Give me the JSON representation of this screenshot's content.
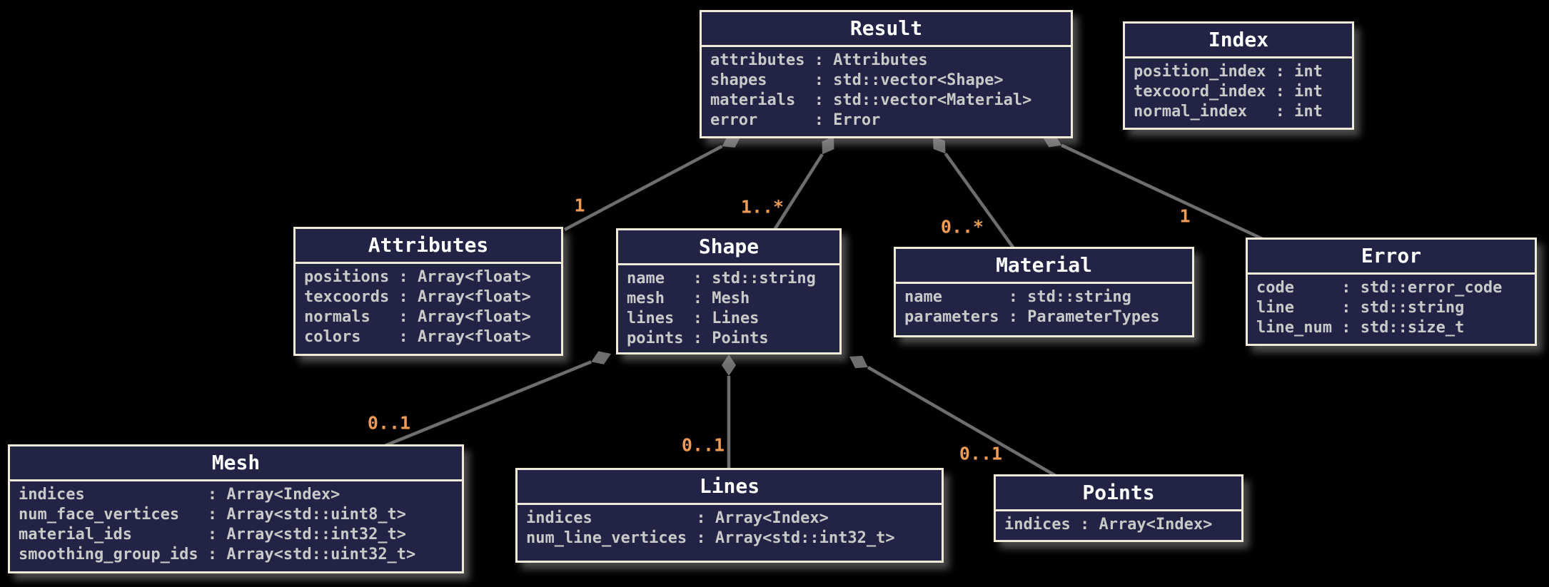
{
  "diagram": {
    "background_color": "#000000",
    "box_fill_color": "#232345",
    "box_border_color": "#EFEBD8",
    "title_text_color": "#FFFFFF",
    "member_text_color": "#C9C9C9",
    "edge_color": "#6E6E6E",
    "multiplicity_label_color": "#EE9B56"
  },
  "classes": [
    {
      "title": "Result",
      "members": [
        {
          "name": "attributes",
          "type": "Attributes"
        },
        {
          "name": "shapes",
          "type": "std::vector<Shape>"
        },
        {
          "name": "materials",
          "type": "std::vector<Material>"
        },
        {
          "name": "error",
          "type": "Error"
        }
      ]
    },
    {
      "title": "Index",
      "members": [
        {
          "name": "position_index",
          "type": "int"
        },
        {
          "name": "texcoord_index",
          "type": "int"
        },
        {
          "name": "normal_index",
          "type": "int"
        }
      ]
    },
    {
      "title": "Attributes",
      "members": [
        {
          "name": "positions",
          "type": "Array<float>"
        },
        {
          "name": "texcoords",
          "type": "Array<float>"
        },
        {
          "name": "normals",
          "type": "Array<float>"
        },
        {
          "name": "colors",
          "type": "Array<float>"
        }
      ]
    },
    {
      "title": "Shape",
      "members": [
        {
          "name": "name",
          "type": "std::string"
        },
        {
          "name": "mesh",
          "type": "Mesh"
        },
        {
          "name": "lines",
          "type": "Lines"
        },
        {
          "name": "points",
          "type": "Points"
        }
      ]
    },
    {
      "title": "Material",
      "members": [
        {
          "name": "name",
          "type": "std::string"
        },
        {
          "name": "parameters",
          "type": "ParameterTypes"
        }
      ]
    },
    {
      "title": "Error",
      "members": [
        {
          "name": "code",
          "type": "std::error_code"
        },
        {
          "name": "line",
          "type": "std::string"
        },
        {
          "name": "line_num",
          "type": "std::size_t"
        }
      ]
    },
    {
      "title": "Mesh",
      "members": [
        {
          "name": "indices",
          "type": "Array<Index>"
        },
        {
          "name": "num_face_vertices",
          "type": "Array<std::uint8_t>"
        },
        {
          "name": "material_ids",
          "type": "Array<std::int32_t>"
        },
        {
          "name": "smoothing_group_ids",
          "type": "Array<std::uint32_t>"
        }
      ]
    },
    {
      "title": "Lines",
      "members": [
        {
          "name": "indices",
          "type": "Array<Index>"
        },
        {
          "name": "num_line_vertices",
          "type": "Array<std::int32_t>"
        }
      ]
    },
    {
      "title": "Points",
      "members": [
        {
          "name": "indices",
          "type": "Array<Index>"
        }
      ]
    }
  ],
  "edges": [
    {
      "from": "Result",
      "to": "Attributes",
      "label": "1",
      "kind": "aggregation"
    },
    {
      "from": "Result",
      "to": "Shape",
      "label": "1..*",
      "kind": "aggregation"
    },
    {
      "from": "Result",
      "to": "Material",
      "label": "0..*",
      "kind": "aggregation"
    },
    {
      "from": "Result",
      "to": "Error",
      "label": "1",
      "kind": "aggregation"
    },
    {
      "from": "Shape",
      "to": "Mesh",
      "label": "0..1",
      "kind": "aggregation"
    },
    {
      "from": "Shape",
      "to": "Lines",
      "label": "0..1",
      "kind": "aggregation"
    },
    {
      "from": "Shape",
      "to": "Points",
      "label": "0..1",
      "kind": "aggregation"
    }
  ]
}
